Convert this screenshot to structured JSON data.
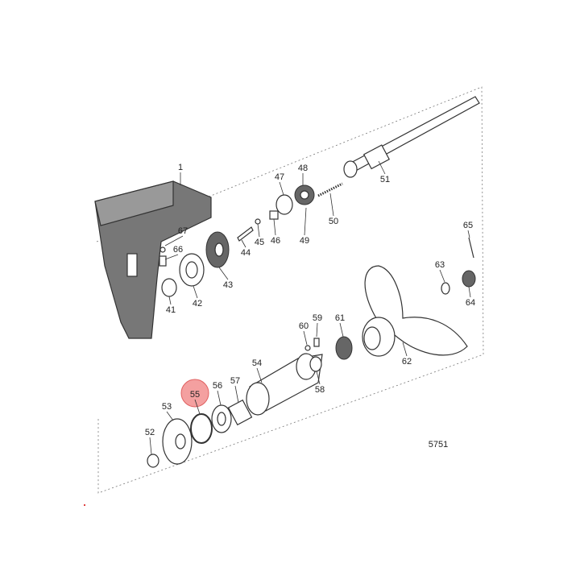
{
  "diagram": {
    "drawing_number": "5751",
    "highlighted_part": "55",
    "highlight_color": "#f08080",
    "callouts": [
      "1",
      "67",
      "66",
      "41",
      "42",
      "43",
      "44",
      "45",
      "46",
      "47",
      "48",
      "49",
      "50",
      "51",
      "65",
      "63",
      "64",
      "61",
      "62",
      "60",
      "59",
      "58",
      "54",
      "57",
      "56",
      "55",
      "53",
      "52"
    ]
  }
}
